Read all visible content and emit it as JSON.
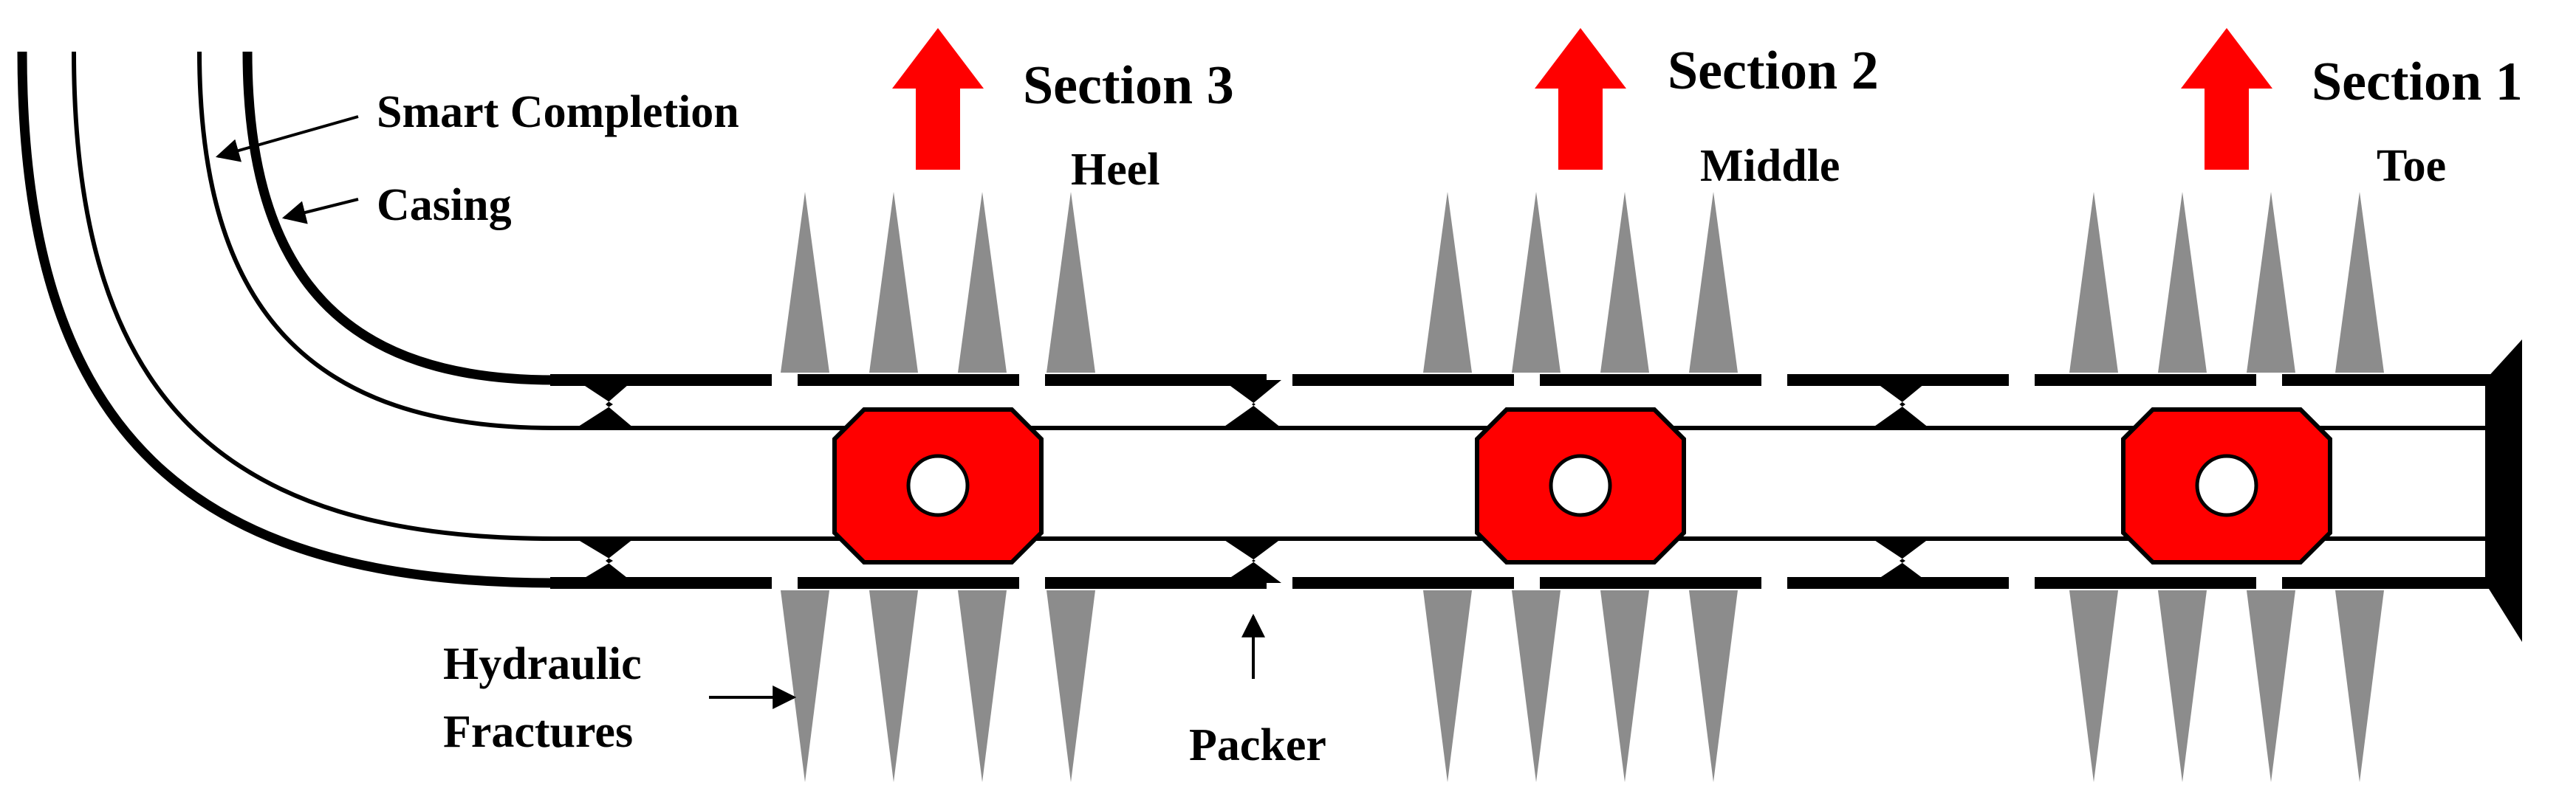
{
  "labels": {
    "smart_completion": "Smart Completion",
    "casing": "Casing",
    "hydraulic_fractures_line1": "Hydraulic",
    "hydraulic_fractures_line2": "Fractures",
    "packer": "Packer"
  },
  "sections": [
    {
      "name": "Section 3",
      "position": "Heel"
    },
    {
      "name": "Section 2",
      "position": "Middle"
    },
    {
      "name": "Section 1",
      "position": "Toe"
    }
  ],
  "colors": {
    "valve": "#ff0000",
    "arrow": "#ff0000",
    "fracture": "#8c8c8c",
    "pipe": "#000000"
  }
}
